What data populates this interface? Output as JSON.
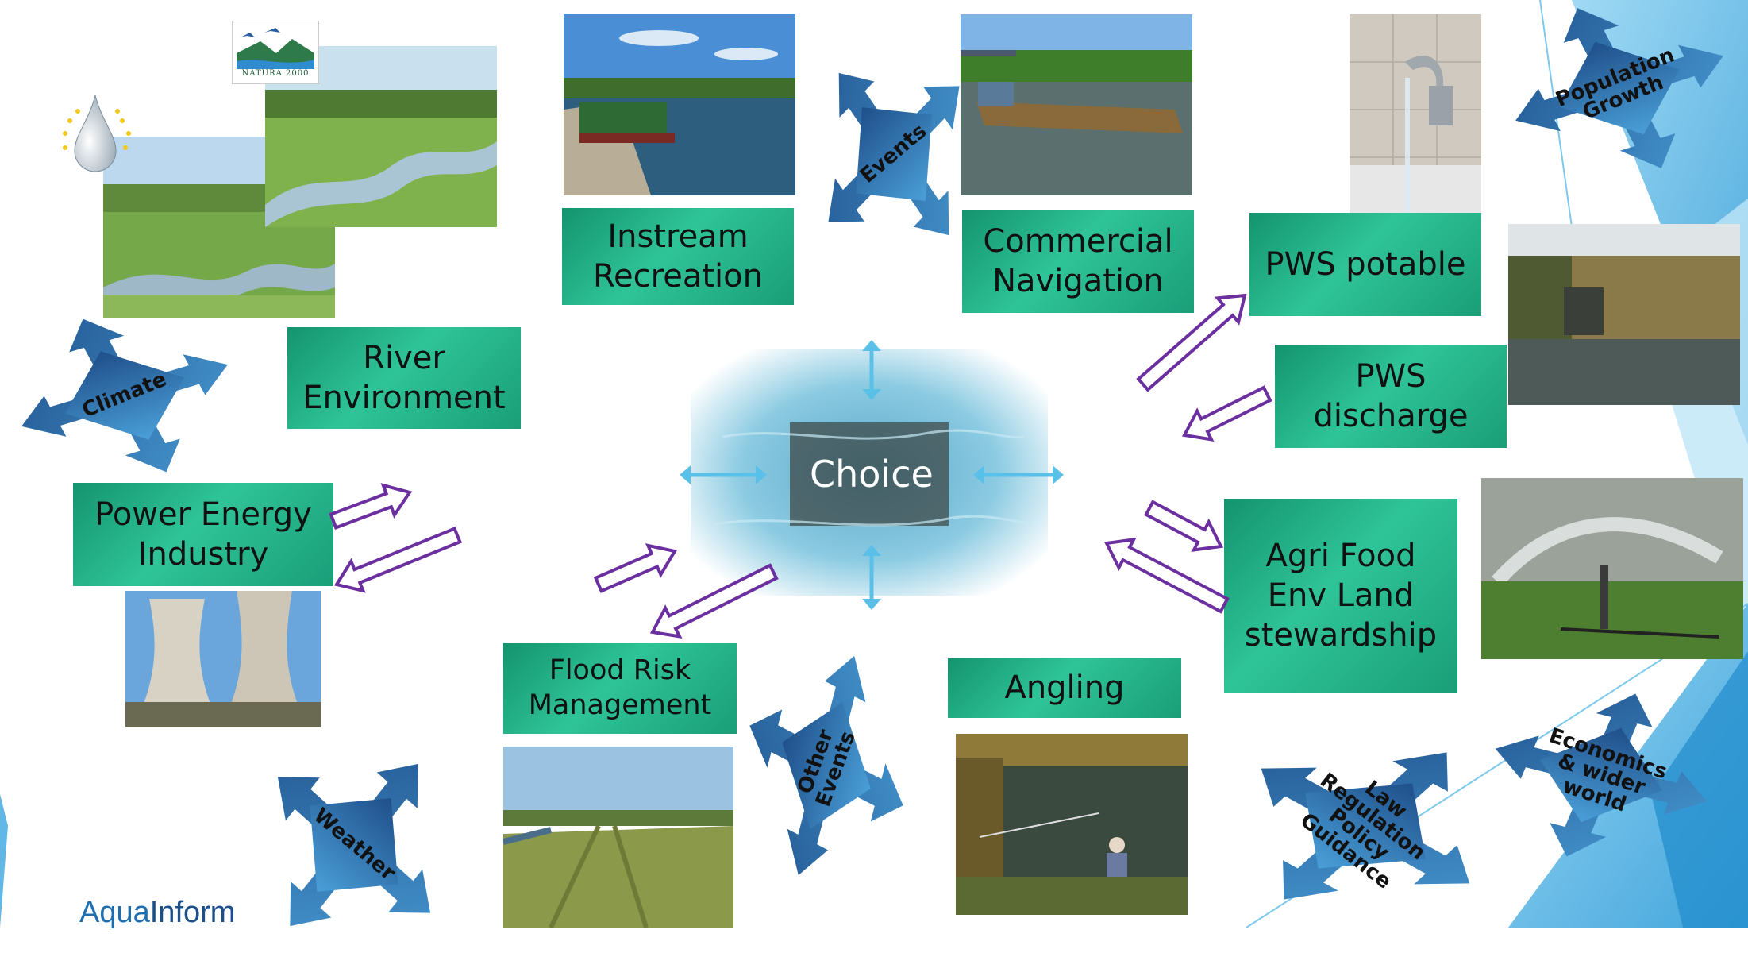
{
  "colors": {
    "box_green": "#2fc498",
    "arrow_dark": "#1f4f8a",
    "arrow_light": "#4a9fd8",
    "outline_arrow": "#6b2fa0",
    "cyan": "#5bc0e8",
    "bg_accent": "#3aa6e0"
  },
  "center": {
    "label": "Choice"
  },
  "boxes": {
    "instream": "Instream\nRecreation",
    "commercial": "Commercial\nNavigation",
    "pws_potable": "PWS potable",
    "pws_discharge": "PWS\ndischarge",
    "river": "River\nEnvironment",
    "power": "Power Energy\nIndustry",
    "agri": "Agri Food\nEnv Land\nstewardship",
    "flood": "Flood Risk\nManagement",
    "angling": "Angling"
  },
  "drivers": {
    "events": "Events",
    "population": "Population\nGrowth",
    "climate": "Climate",
    "weather": "Weather",
    "other_events": "Other\nEvents",
    "law": "Law Regulation\nPolicy\nGuidance",
    "economics": "Economics\n& wider\nworld"
  },
  "logos": {
    "natura": "NATURA 2000"
  },
  "brand": {
    "part1": "Aqua",
    "part2": "Inform"
  },
  "photos": [
    "river-meander-photo",
    "natura-river-photo",
    "canal-boat-photo",
    "barge-photo",
    "tap-photo",
    "discharge-photo",
    "sprinkler-photo",
    "cooling-towers-photo",
    "flood-bank-photo",
    "angler-photo",
    "water-choice-photo"
  ]
}
